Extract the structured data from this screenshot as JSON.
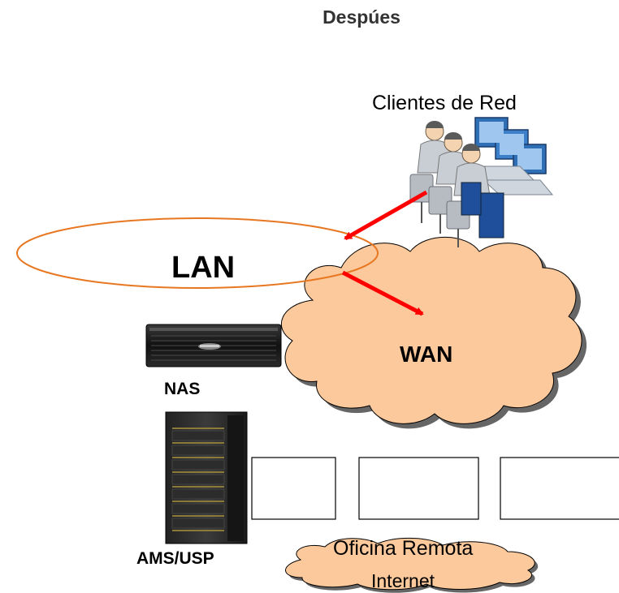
{
  "title": "Despúes",
  "nodes": {
    "clients": "Clientes de Red",
    "lan": "LAN",
    "wan": "WAN",
    "nas": "NAS",
    "storage": "AMS/USP",
    "remote_office": "Oficina Remota",
    "internet": "Internet"
  },
  "colors": {
    "lan_ellipse": "#e87722",
    "cloud_fill": "#fbc99b",
    "cloud_shadow": "#666666",
    "arrow": "#ff0000"
  }
}
